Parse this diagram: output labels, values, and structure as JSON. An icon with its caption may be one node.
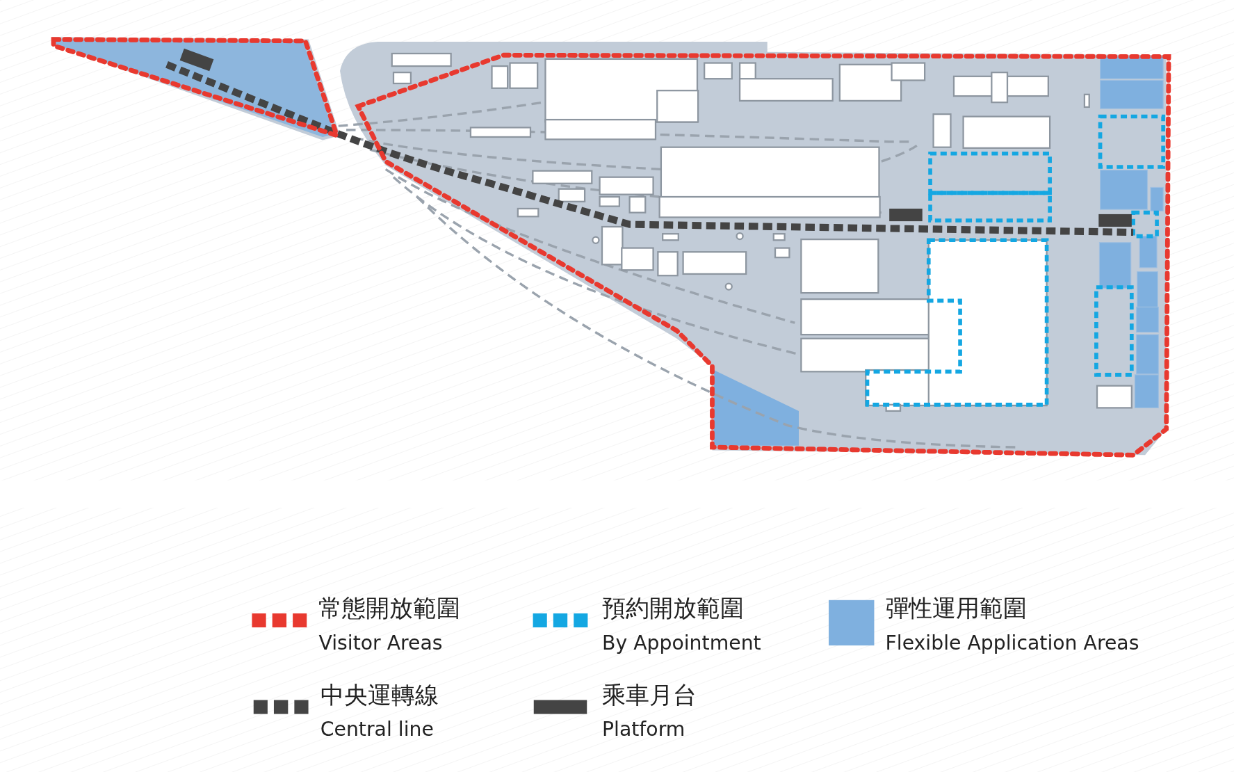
{
  "diagram": {
    "legend": [
      {
        "text": "常態開放範圍 Visitor Areas",
        "color": "#e8392f"
      },
      {
        "text": "預約開放範圍 By Appointment",
        "color": "#14a7e2"
      },
      {
        "text": "彈性運用範圍 Flexible Application Areas",
        "color": "#7fb0df"
      },
      {
        "text": "中央運轉線 Central line",
        "color": "#444444"
      },
      {
        "text": "乘車月台 Platform",
        "color": "#444444"
      }
    ]
  }
}
